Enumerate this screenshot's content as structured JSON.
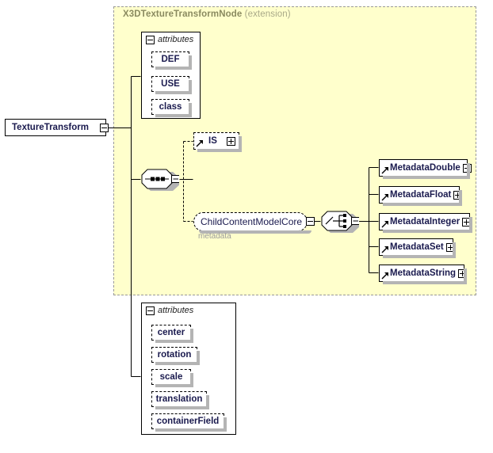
{
  "diagram": {
    "type": "xsd-schema-diagram",
    "root_element": {
      "name": "TextureTransform",
      "toggle": "minus"
    },
    "extension_region": {
      "base_type": "X3DTextureTransformNode",
      "kind_label": "(extension)"
    },
    "inherited_attributes": {
      "header": "attributes",
      "toggle": "minus",
      "items": [
        {
          "name": "DEF"
        },
        {
          "name": "USE"
        },
        {
          "name": "class"
        }
      ]
    },
    "sequence_compositor": {
      "icon": "sequence-icon",
      "toggle": "minus"
    },
    "is_element": {
      "name": "IS",
      "toggle": "plus",
      "optional": true,
      "ref_arrow": "element-ref-arrow-icon"
    },
    "group_reference": {
      "name": "ChildContentModelCore",
      "caption": "metadata",
      "toggle": "minus"
    },
    "choice_compositor": {
      "icon": "choice-icon",
      "toggle": "minus"
    },
    "metadata_elements": [
      {
        "name": "MetadataDouble",
        "toggle": "plus",
        "ref_arrow": "element-ref-arrow-icon"
      },
      {
        "name": "MetadataFloat",
        "toggle": "plus",
        "ref_arrow": "element-ref-arrow-icon"
      },
      {
        "name": "MetadataInteger",
        "toggle": "plus",
        "ref_arrow": "element-ref-arrow-icon"
      },
      {
        "name": "MetadataSet",
        "toggle": "plus",
        "ref_arrow": "element-ref-arrow-icon"
      },
      {
        "name": "MetadataString",
        "toggle": "plus",
        "ref_arrow": "element-ref-arrow-icon"
      }
    ],
    "own_attributes": {
      "header": "attributes",
      "toggle": "minus",
      "items": [
        {
          "name": "center"
        },
        {
          "name": "rotation"
        },
        {
          "name": "scale"
        },
        {
          "name": "translation"
        },
        {
          "name": "containerField"
        }
      ]
    },
    "colors": {
      "extension_fill": "#ffffcc",
      "extension_border": "#999999",
      "extension_title": "#8a8a60",
      "node_text": "#1a1a4e",
      "shadow": "#b4b4b4",
      "line": "#000000",
      "caption_text": "#9a9a9a",
      "background": "#ffffff"
    }
  }
}
